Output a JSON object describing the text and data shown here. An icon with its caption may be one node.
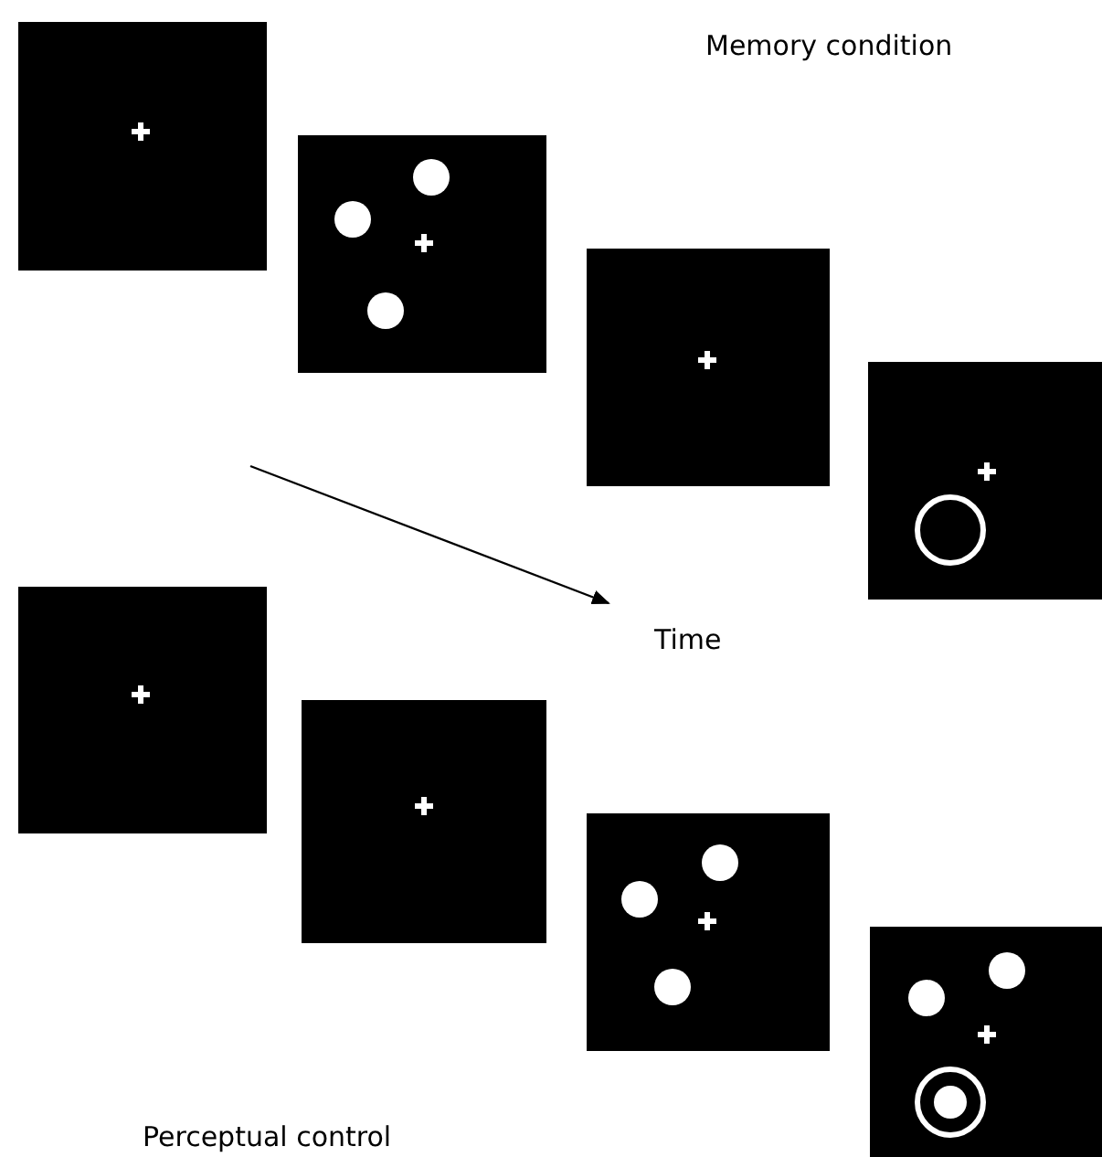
{
  "diagram": {
    "labels": [
      "Memory condition",
      "Time",
      "Perceptual control"
    ]
  }
}
